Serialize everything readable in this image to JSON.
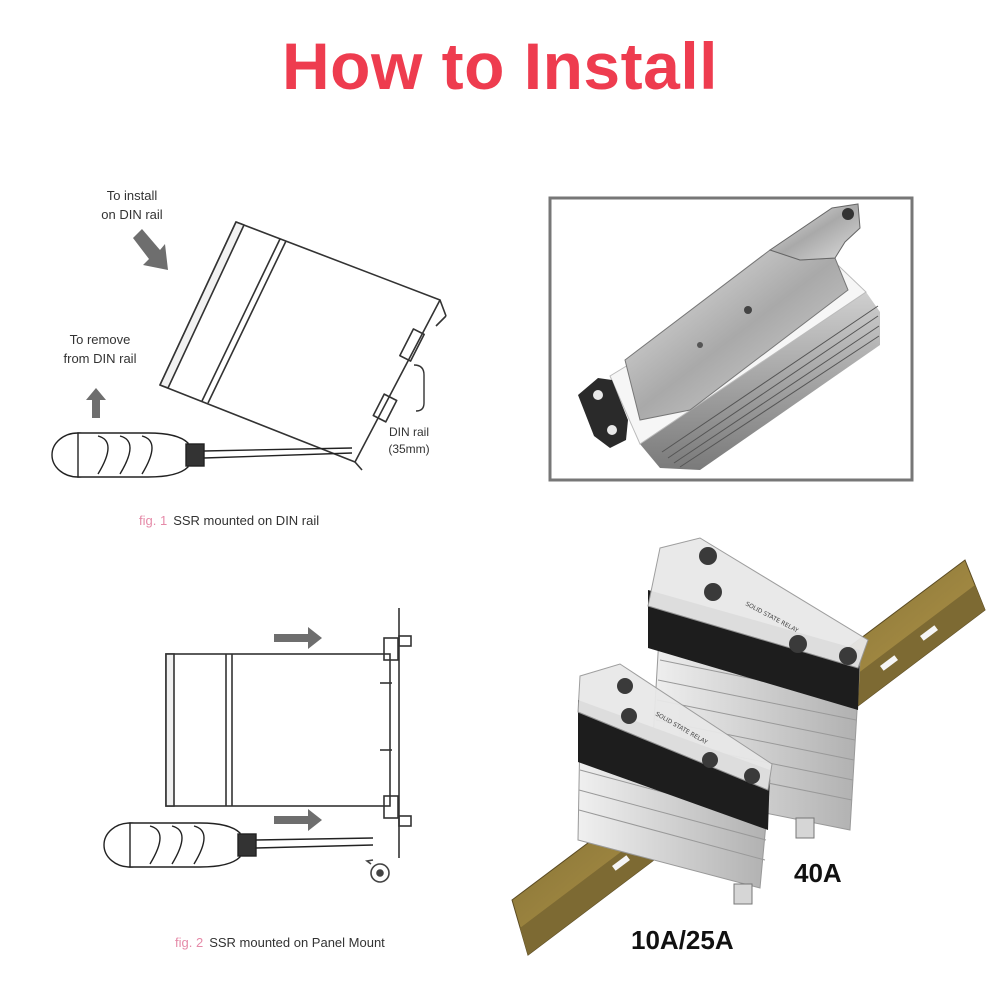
{
  "title": "How to Install",
  "fig1": {
    "install_label": "To install\non DIN rail",
    "remove_label": "To remove\nfrom DIN rail",
    "rail_label": "DIN rail\n(35mm)",
    "caption_num": "fig. 1",
    "caption_text": "SSR mounted on DIN rail"
  },
  "fig2": {
    "caption_num": "fig. 2",
    "caption_text": "SSR mounted on Panel Mount"
  },
  "photo": {
    "relay_text": "SOLID STATE RELAY"
  },
  "labels": {
    "big": "40A",
    "small": "10A/25A"
  },
  "colors": {
    "title": "#ee3c4f",
    "arrow": "#6e6e6e",
    "fig_number": "#e58aa8",
    "rail": "#a8873a"
  }
}
